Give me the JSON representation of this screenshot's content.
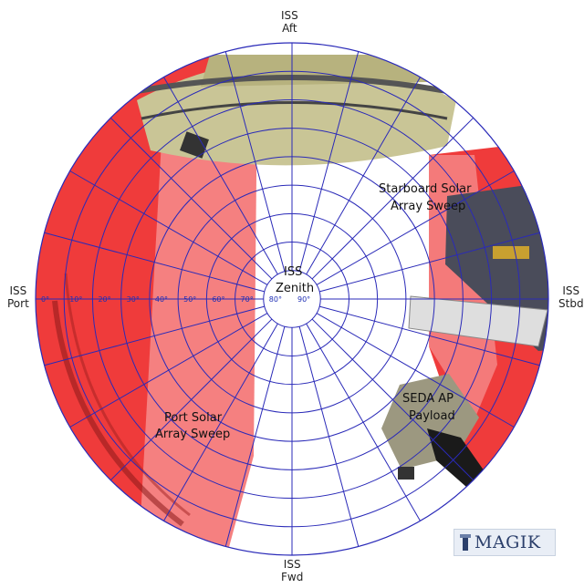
{
  "directions": {
    "aft": [
      "ISS",
      "Aft"
    ],
    "port": [
      "ISS",
      "Port"
    ],
    "starboard": [
      "ISS",
      "Stbd"
    ],
    "forward": [
      "ISS",
      "Fwd"
    ]
  },
  "zenith": [
    "ISS",
    "Zenith"
  ],
  "elevation_labels": [
    "0°",
    "10°",
    "20°",
    "30°",
    "40°",
    "50°",
    "60°",
    "70°",
    "80°",
    "90°"
  ],
  "regions": {
    "starboard_sweep": [
      "Starboard Solar",
      "Array Sweep"
    ],
    "port_sweep": [
      "Port Solar",
      "Array Sweep"
    ],
    "payload": [
      "SEDA AP",
      "Payload"
    ]
  },
  "logo": {
    "text": "MAGIK"
  },
  "colors": {
    "grid": "#2a2ab8",
    "sweep_dark": "#ee3a3a",
    "sweep_light": "#f47a7a",
    "structure": "#c9c596",
    "payload": "#9c9880"
  }
}
